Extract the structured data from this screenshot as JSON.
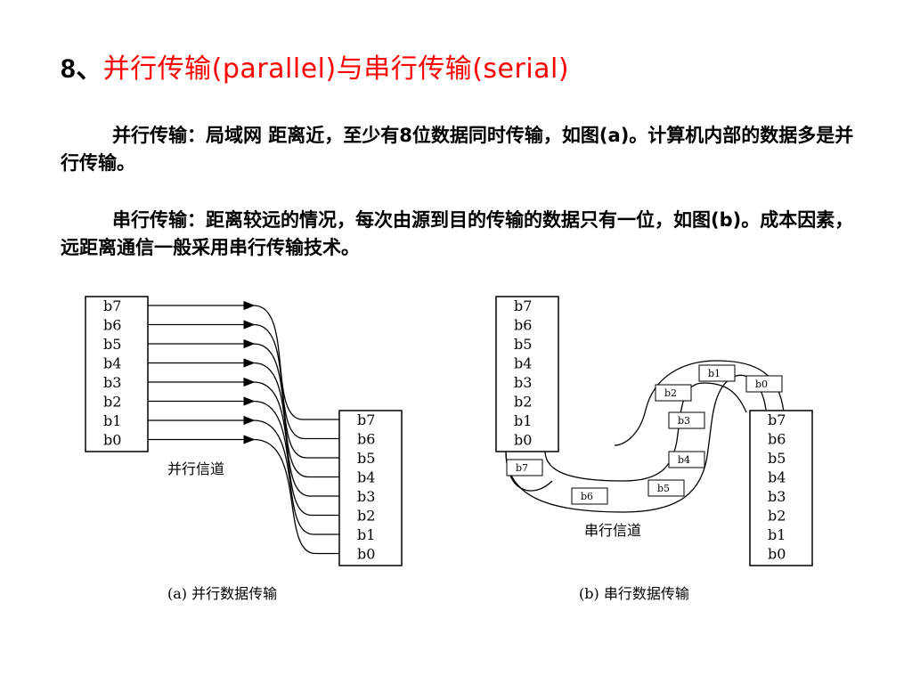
{
  "title": {
    "number": "8",
    "separator": "、",
    "text": "并行传输(parallel)与串行传输(serial)"
  },
  "paragraph_parallel": {
    "term": "并行传输",
    "colon": "：",
    "text": "局域网 距离近，至少有8位数据同时传输，如图(a)。计算机内部的数据多是并行传输。"
  },
  "paragraph_serial": {
    "term": "串行传输",
    "colon": "：",
    "text": "距离较远的情况，每次由源到目的传输的数据只有一位，如图(b)。成本因素，远距离通信一般采用串行传输技术。"
  },
  "figure_a": {
    "left_bits": [
      "b7",
      "b6",
      "b5",
      "b4",
      "b3",
      "b2",
      "b1",
      "b0"
    ],
    "right_bits": [
      "b7",
      "b6",
      "b5",
      "b4",
      "b3",
      "b2",
      "b1",
      "b0"
    ],
    "channel_label": "并行信道",
    "caption": "(a) 并行数据传输"
  },
  "figure_b": {
    "left_bits": [
      "b7",
      "b6",
      "b5",
      "b4",
      "b3",
      "b2",
      "b1",
      "b0"
    ],
    "right_bits": [
      "b7",
      "b6",
      "b5",
      "b4",
      "b3",
      "b2",
      "b1",
      "b0"
    ],
    "channel_bits": [
      "b7",
      "b6",
      "b5",
      "b4",
      "b3",
      "b2",
      "b1",
      "b0"
    ],
    "channel_label": "串行信道",
    "caption": "(b) 串行数据传输"
  }
}
